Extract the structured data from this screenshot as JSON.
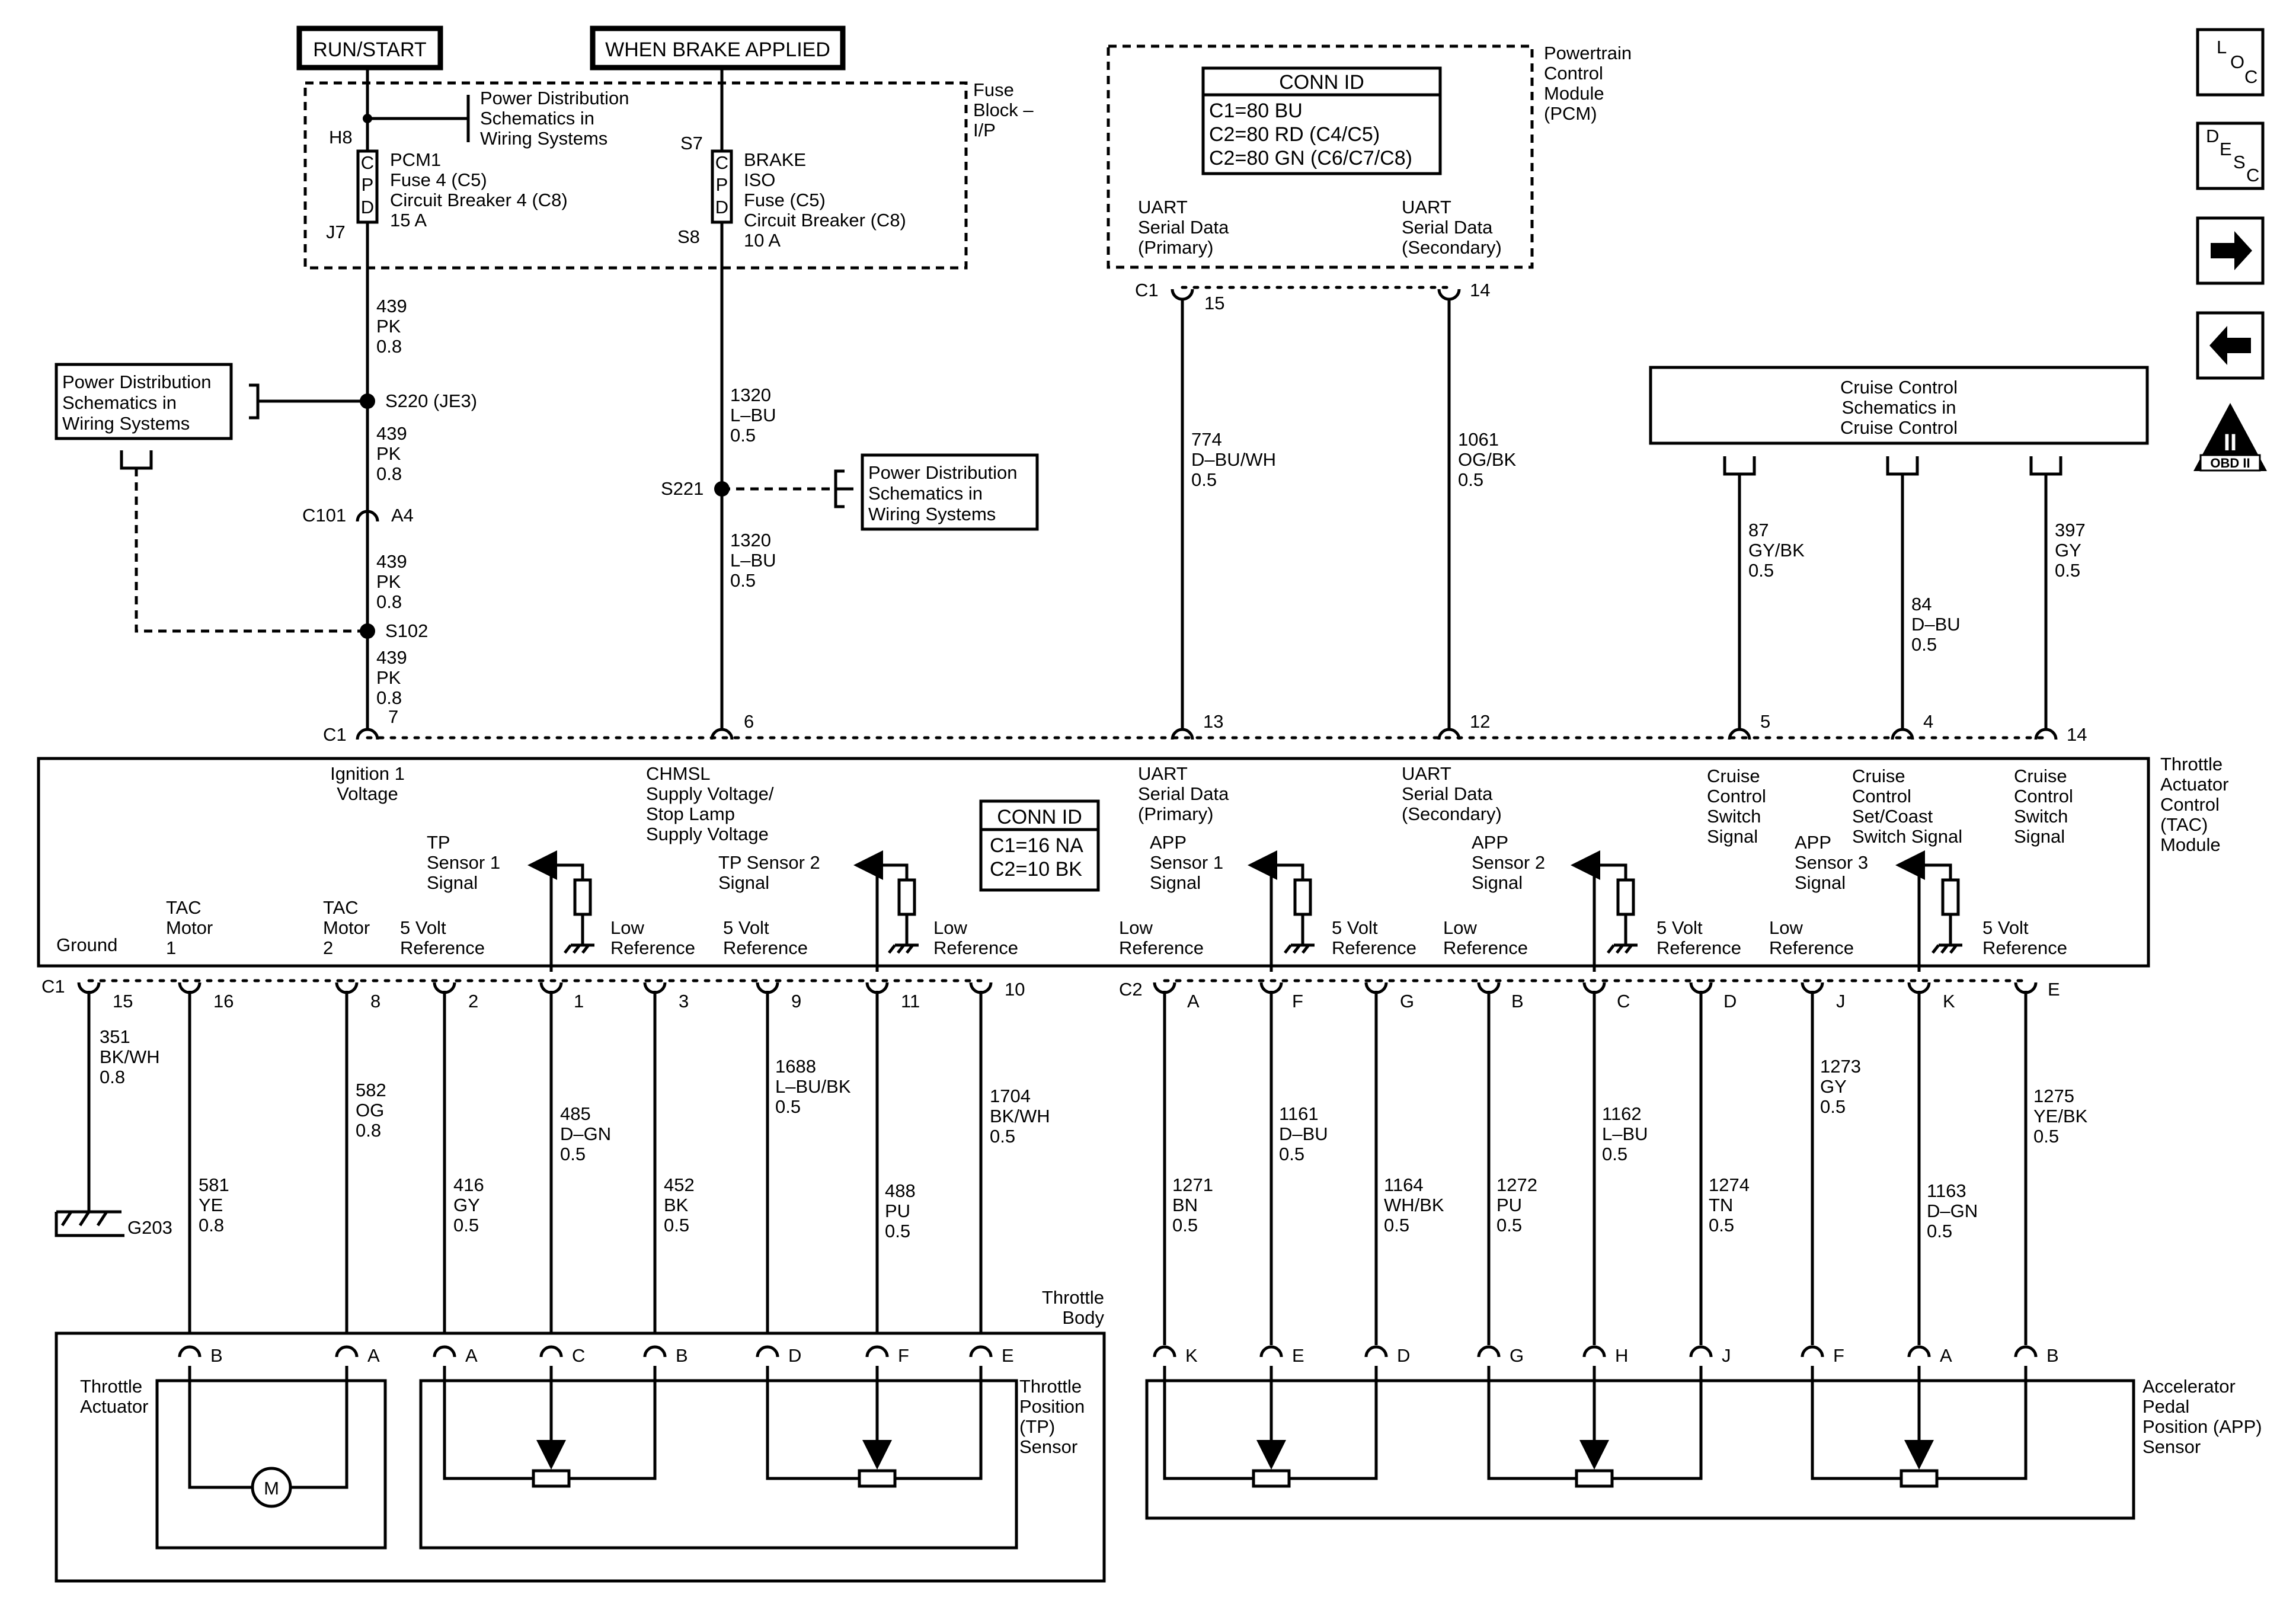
{
  "top_boxes": {
    "run_start": "RUN/START",
    "when_brake": "WHEN BRAKE APPLIED"
  },
  "fuse_block": {
    "title": [
      "Fuse",
      "Block –",
      "I/P"
    ]
  },
  "pcm1_fuse": {
    "pin_top": "H8",
    "pin_bottom": "J7",
    "lines": [
      "PCM1",
      "Fuse 4 (C5)",
      "Circuit Breaker 4 (C8)",
      "15 A"
    ]
  },
  "brake_fuse": {
    "pin_top": "S7",
    "pin_bottom": "S8",
    "lines": [
      "BRAKE",
      "ISO",
      "Fuse (C5)",
      "Circuit Breaker (C8)",
      "10 A"
    ]
  },
  "cpd_letters": [
    "C",
    "P",
    "D"
  ],
  "pds_ref": [
    "Power Distribution",
    "Schematics in",
    "Wiring Systems"
  ],
  "pcm": {
    "title": [
      "Powertrain",
      "Control",
      "Module",
      "(PCM)"
    ],
    "conn_title": "CONN ID",
    "conn_lines": [
      "C1=80 BU",
      "C2=80 RD (C4/C5)",
      "C2=80 GN (C6/C7/C8)"
    ],
    "uart_primary": [
      "UART",
      "Serial Data",
      "(Primary)"
    ],
    "uart_secondary": [
      "UART",
      "Serial Data",
      "(Secondary)"
    ],
    "conn": "C1",
    "pin_primary": "15",
    "pin_secondary": "14"
  },
  "cruise": {
    "lines": [
      "Cruise Control",
      "Schematics in",
      "Cruise Control"
    ]
  },
  "side_buttons": {
    "loc": [
      "L",
      "O",
      "C"
    ],
    "desc": [
      "D",
      "E",
      "S",
      "C"
    ],
    "obd": "OBD II",
    "obd_numeral": "II"
  },
  "splices": {
    "s220": "S220 (JE3)",
    "s221": "S221",
    "s102": "S102",
    "c101": "C101",
    "a4": "A4"
  },
  "wires_upper": [
    [
      "439",
      "PK",
      "0.8"
    ],
    [
      "439",
      "PK",
      "0.8"
    ],
    [
      "439",
      "PK",
      "0.8"
    ],
    [
      "439",
      "PK",
      "0.8"
    ],
    [
      "1320",
      "L–BU",
      "0.5"
    ],
    [
      "1320",
      "L–BU",
      "0.5"
    ],
    [
      "774",
      "D–BU/WH",
      "0.5"
    ],
    [
      "1061",
      "OG/BK",
      "0.5"
    ],
    [
      "87",
      "GY/BK",
      "0.5"
    ],
    [
      "84",
      "D–BU",
      "0.5"
    ],
    [
      "397",
      "GY",
      "0.5"
    ]
  ],
  "tac": {
    "title": [
      "Throttle",
      "Actuator",
      "Control",
      "(TAC)",
      "Module"
    ],
    "conn_title": "CONN ID",
    "conn_lines": [
      "C1=16 NA",
      "C2=10 BK"
    ],
    "top_conn": "C1",
    "top_pins": [
      "7",
      "6",
      "13",
      "12",
      "5",
      "4",
      "14"
    ],
    "top_labels": [
      [
        "Ignition 1",
        "Voltage"
      ],
      [
        "CHMSL",
        "Supply Voltage/",
        "Stop Lamp",
        "Supply Voltage"
      ],
      [
        "UART",
        "Serial Data",
        "(Primary)"
      ],
      [
        "UART",
        "Serial Data",
        "(Secondary)"
      ],
      [
        "Cruise",
        "Control",
        "Switch",
        "Signal"
      ],
      [
        "Cruise",
        "Control",
        "Set/Coast",
        "Switch Signal"
      ],
      [
        "Cruise",
        "Control",
        "Switch",
        "Signal"
      ]
    ],
    "bottom_labels": [
      [
        "Ground"
      ],
      [
        "TAC",
        "Motor",
        "1"
      ],
      [
        "TAC",
        "Motor",
        "2"
      ],
      [
        "5 Volt",
        "Reference"
      ],
      [
        "TP",
        "Sensor 1",
        "Signal"
      ],
      [
        "Low",
        "Reference"
      ],
      [
        "5 Volt",
        "Reference"
      ],
      [
        "TP Sensor 2",
        "Signal"
      ],
      [
        "Low",
        "Reference"
      ],
      [
        "Low",
        "Reference"
      ],
      [
        "APP",
        "Sensor 1",
        "Signal"
      ],
      [
        "5 Volt",
        "Reference"
      ],
      [
        "Low",
        "Reference"
      ],
      [
        "APP",
        "Sensor 2",
        "Signal"
      ],
      [
        "5 Volt",
        "Reference"
      ],
      [
        "Low",
        "Reference"
      ],
      [
        "APP",
        "Sensor 3",
        "Signal"
      ],
      [
        "5 Volt",
        "Reference"
      ]
    ],
    "c1": "C1",
    "c2": "C2",
    "c1_pins": [
      "15",
      "16",
      "8",
      "2",
      "1",
      "3",
      "9",
      "11",
      "10"
    ],
    "c2_pins": [
      "A",
      "F",
      "G",
      "B",
      "C",
      "D",
      "J",
      "K",
      "E"
    ]
  },
  "wires_lower": [
    [
      "351",
      "BK/WH",
      "0.8"
    ],
    [
      "581",
      "YE",
      "0.8"
    ],
    [
      "582",
      "OG",
      "0.8"
    ],
    [
      "416",
      "GY",
      "0.5"
    ],
    [
      "485",
      "D–GN",
      "0.5"
    ],
    [
      "452",
      "BK",
      "0.5"
    ],
    [
      "1688",
      "L–BU/BK",
      "0.5"
    ],
    [
      "488",
      "PU",
      "0.5"
    ],
    [
      "1704",
      "BK/WH",
      "0.5"
    ],
    [
      "1271",
      "BN",
      "0.5"
    ],
    [
      "1161",
      "D–BU",
      "0.5"
    ],
    [
      "1164",
      "WH/BK",
      "0.5"
    ],
    [
      "1272",
      "PU",
      "0.5"
    ],
    [
      "1162",
      "L–BU",
      "0.5"
    ],
    [
      "1274",
      "TN",
      "0.5"
    ],
    [
      "1273",
      "GY",
      "0.5"
    ],
    [
      "1163",
      "D–GN",
      "0.5"
    ],
    [
      "1275",
      "YE/BK",
      "0.5"
    ]
  ],
  "ground": "G203",
  "throttle_body": {
    "title": [
      "Throttle",
      "Body"
    ],
    "actuator": [
      "Throttle",
      "Actuator"
    ],
    "tp_sensor": [
      "Throttle",
      "Position",
      "(TP)",
      "Sensor"
    ],
    "pins": [
      "B",
      "A",
      "A",
      "C",
      "B",
      "D",
      "F",
      "E"
    ],
    "motor": "M"
  },
  "app_sensor": {
    "title": [
      "Accelerator",
      "Pedal",
      "Position (APP)",
      "Sensor"
    ],
    "pins": [
      "K",
      "E",
      "D",
      "G",
      "H",
      "J",
      "F",
      "A",
      "B"
    ]
  }
}
